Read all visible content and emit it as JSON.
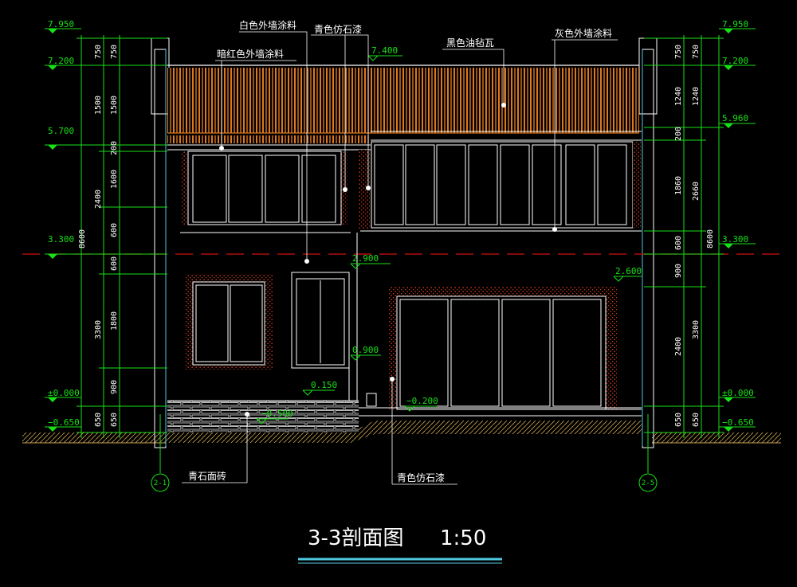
{
  "drawing": {
    "title": "3-3剖面图",
    "scale": "1:50"
  },
  "colors": {
    "background": "#000000",
    "dimension": "#18e018",
    "roof_tile": "#e07820",
    "wall": "#ffffff",
    "center_line": "#d01010",
    "ground": "#c8a050",
    "wall_fill": "#b03018"
  },
  "levels_left": [
    "7.950",
    "7.200",
    "5.700",
    "3.300",
    "±0.000",
    "−0.650"
  ],
  "levels_right": [
    "7.950",
    "7.200",
    "5.960",
    "3.300",
    "±0.000",
    "−0.650"
  ],
  "levels_inner": [
    "7.400",
    "2.900",
    "2.600",
    "0.900",
    "0.150",
    "−0.200",
    "−0.500"
  ],
  "dims_left_outer": [
    "750",
    "1500",
    "2400",
    "3300",
    "650"
  ],
  "dims_left_total": "8600",
  "dims_left_inner": [
    "750",
    "1500",
    "200",
    "1600",
    "600",
    "600",
    "1800",
    "900",
    "650"
  ],
  "dims_right_inner": [
    "750",
    "1240",
    "200",
    "1860",
    "600",
    "900",
    "2400",
    "650"
  ],
  "dims_right_outer": [
    "750",
    "1240",
    "2660",
    "3300",
    "650"
  ],
  "dims_right_total": "8600",
  "axes": [
    "2-1",
    "2-5"
  ],
  "labels": {
    "white_paint": "白色外墙涂料",
    "green_stone_top": "青色仿石漆",
    "dark_red_paint": "暗红色外墙涂料",
    "black_felt_tile": "黑色油毡瓦",
    "gray_paint": "灰色外墙涂料",
    "bluestone_brick": "青石面砖",
    "green_stone_bottom": "青色仿石漆"
  }
}
